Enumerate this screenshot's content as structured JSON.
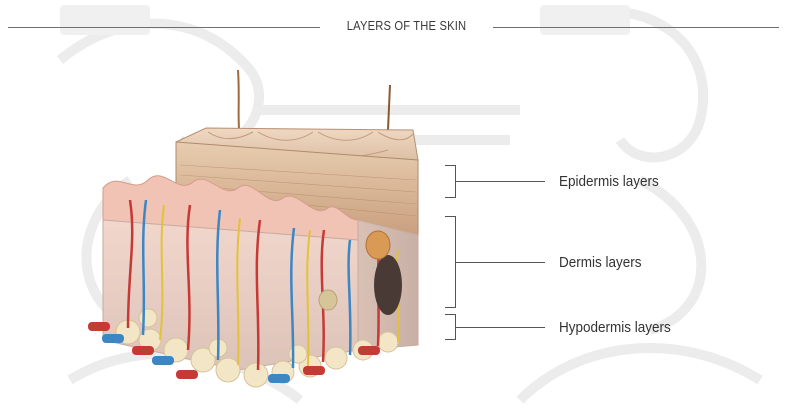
{
  "title": "LAYERS OF THE SKIN",
  "labels": {
    "epidermis": "Epidermis layers",
    "dermis": "Dermis layers",
    "hypodermis": "Hypodermis layers"
  },
  "colors": {
    "epidermis": "#d8b99c",
    "dermis": "#e9c9bc",
    "hypodermis": "#efe3c3",
    "artery": "#c63a35",
    "vein": "#3c86c4",
    "nerve": "#e2c23a",
    "line": "#555555"
  }
}
